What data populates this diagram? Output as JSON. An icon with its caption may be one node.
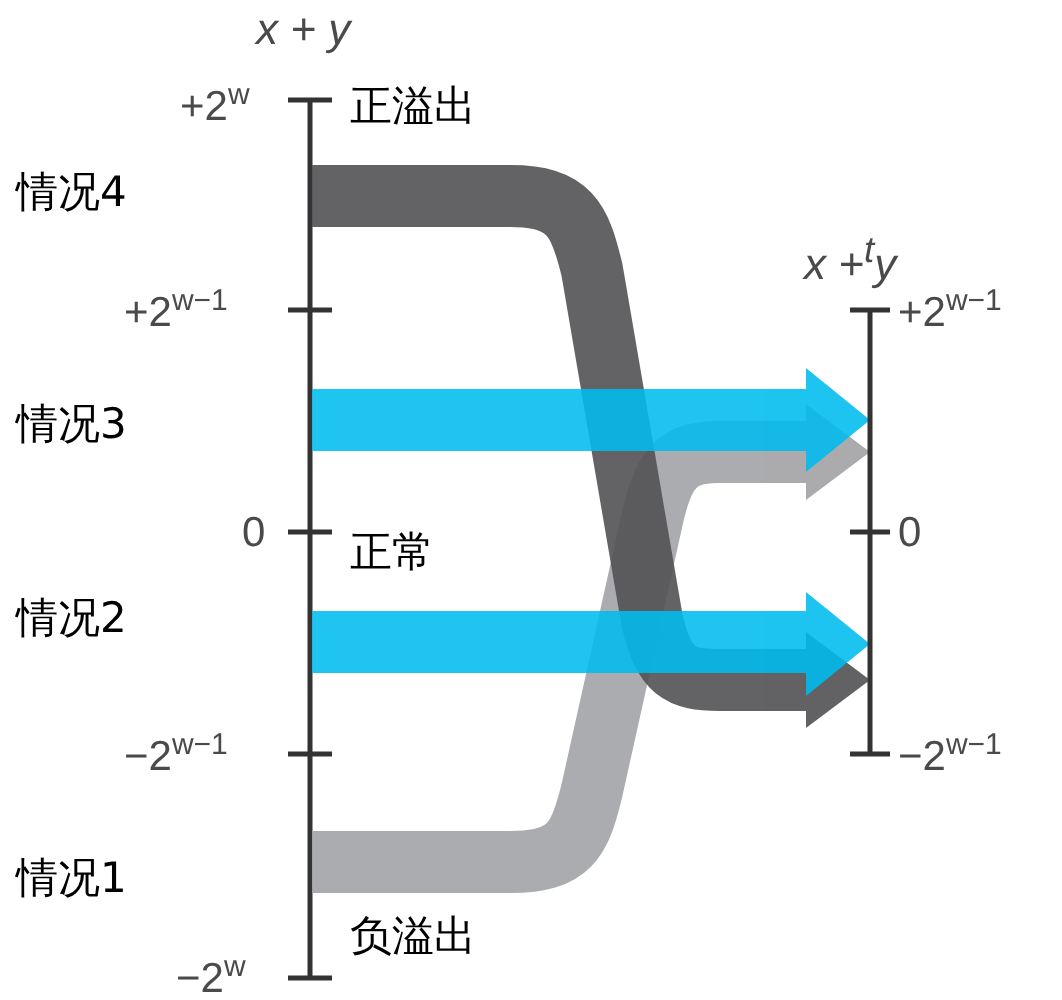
{
  "diagram": {
    "labels": [
      "x + y",
      "+2$^{w}$",
      "正溢出",
      "情况4",
      "x +$^{t}$y",
      "+2$^{w−1}$",
      "+2$^{w−1}$",
      "情况3",
      "0",
      "0",
      "正常",
      "情况2",
      "−2$^{w−1}$",
      "−2$^{w−1}$",
      "情况1",
      "负溢出",
      "−2$^{w}$"
    ]
  }
}
